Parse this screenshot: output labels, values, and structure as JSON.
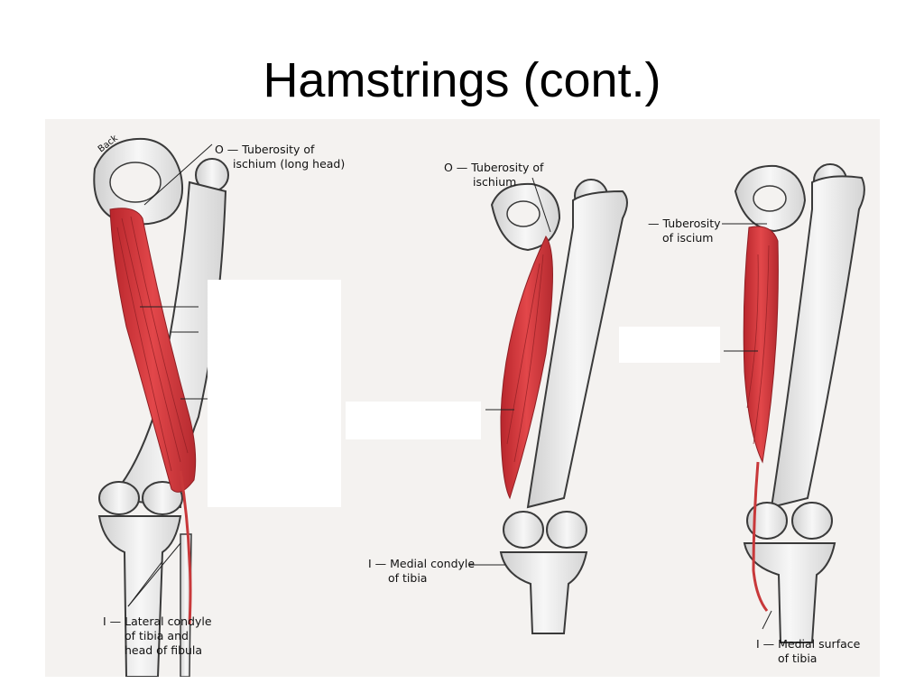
{
  "title": "Hamstrings (cont.)",
  "panels": [
    {
      "id": "biceps-femoris",
      "corner_label": "Back",
      "labels": [
        {
          "lines": [
            "O — Tuberosity of",
            "ischium (long head)"
          ]
        },
        {
          "lines": [
            "I — Lateral condyle",
            "of tibia and",
            "head of fibula"
          ]
        }
      ]
    },
    {
      "id": "semitendinosus",
      "labels": [
        {
          "lines": [
            "O — Tuberosity of",
            "ischium"
          ]
        },
        {
          "lines": [
            "I — Medial condyle",
            "of tibia"
          ]
        }
      ]
    },
    {
      "id": "semimembranosus",
      "labels": [
        {
          "lines": [
            "— Tuberosity",
            "of iscium"
          ]
        },
        {
          "lines": [
            "I — Medial surface",
            "of tibia"
          ]
        }
      ]
    }
  ],
  "colors": {
    "muscle": "#d83a3c",
    "muscle_dark": "#a8232a",
    "bone": "#efefef",
    "bone_outline": "#3a3a3a",
    "paper": "#f4f2f0"
  }
}
